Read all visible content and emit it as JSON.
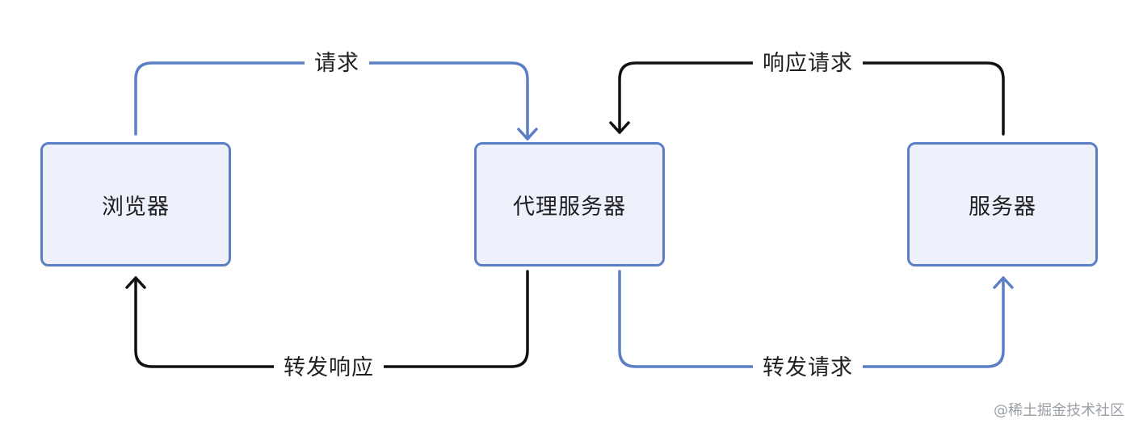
{
  "nodes": {
    "browser": "浏览器",
    "proxy": "代理服务器",
    "server": "服务器"
  },
  "edges": {
    "request": "请求",
    "response_request": "响应请求",
    "forward_response": "转发响应",
    "forward_request": "转发请求"
  },
  "colors": {
    "blue_edge": "#5b7fc4",
    "black_edge": "#111111",
    "node_fill": "#eef1fb",
    "node_border": "#5b7fc4"
  },
  "watermark": "@稀土掘金技术社区"
}
